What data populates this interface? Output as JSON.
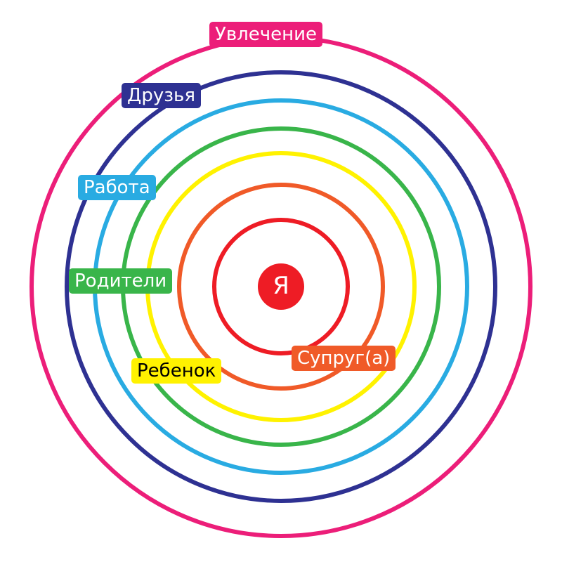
{
  "center": {
    "label": "Я",
    "color": "#ee1c25"
  },
  "rings": [
    {
      "key": "spouse",
      "label": "Супруг(а)",
      "color": "#f05a28",
      "text_color": "#ffffff"
    },
    {
      "key": "child",
      "label": "Ребенок",
      "color": "#fff200",
      "text_color": "#000000"
    },
    {
      "key": "parents",
      "label": "Родители",
      "color": "#39b54a",
      "text_color": "#ffffff"
    },
    {
      "key": "work",
      "label": "Работа",
      "color": "#29abe2",
      "text_color": "#ffffff"
    },
    {
      "key": "friends",
      "label": "Друзья",
      "color": "#2e3192",
      "text_color": "#ffffff"
    },
    {
      "key": "hobby",
      "label": "Увлечение",
      "color": "#ec1e79",
      "text_color": "#ffffff"
    }
  ],
  "inner_ring_color": "#ee1c25"
}
